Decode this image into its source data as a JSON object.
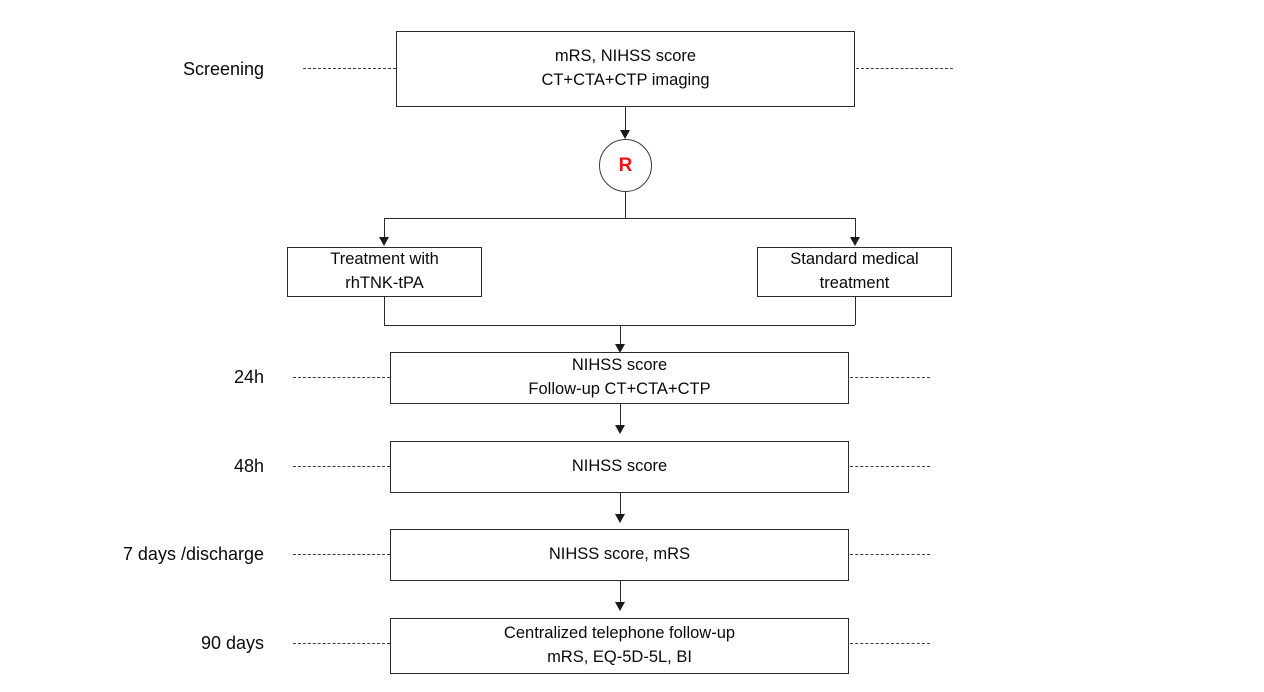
{
  "diagram": {
    "title": "Clinical trial flow diagram",
    "colors": {
      "randomization_letter": "#ee1111",
      "box_border": "#2b2b2b",
      "connector": "#2b2b2b",
      "dashed_timeline": "#3b3b3b",
      "background": "#ffffff",
      "text": "#0a0a0a"
    },
    "stage_labels": [
      {
        "id": "screening",
        "text": "Screening"
      },
      {
        "id": "24h",
        "text": "24h"
      },
      {
        "id": "48h",
        "text": "48h"
      },
      {
        "id": "7days",
        "text": "7 days /discharge"
      },
      {
        "id": "90days",
        "text": "90 days"
      }
    ],
    "nodes": {
      "screening": {
        "line1": "mRS, NIHSS score",
        "line2": "CT+CTA+CTP imaging"
      },
      "randomization": {
        "symbol": "R",
        "meaning": "randomization"
      },
      "arm_intervention": {
        "line1": "Treatment with",
        "line2": "rhTNK-tPA"
      },
      "arm_control": {
        "line1": "Standard medical",
        "line2": "treatment"
      },
      "followup_24h": {
        "line1": "NIHSS score",
        "line2": "Follow-up CT+CTA+CTP"
      },
      "followup_48h": {
        "line1": "NIHSS score",
        "line2": ""
      },
      "followup_7days": {
        "line1": "NIHSS score, mRS",
        "line2": ""
      },
      "followup_90days": {
        "line1": "Centralized telephone follow-up",
        "line2": "mRS, EQ-5D-5L, BI"
      }
    }
  }
}
